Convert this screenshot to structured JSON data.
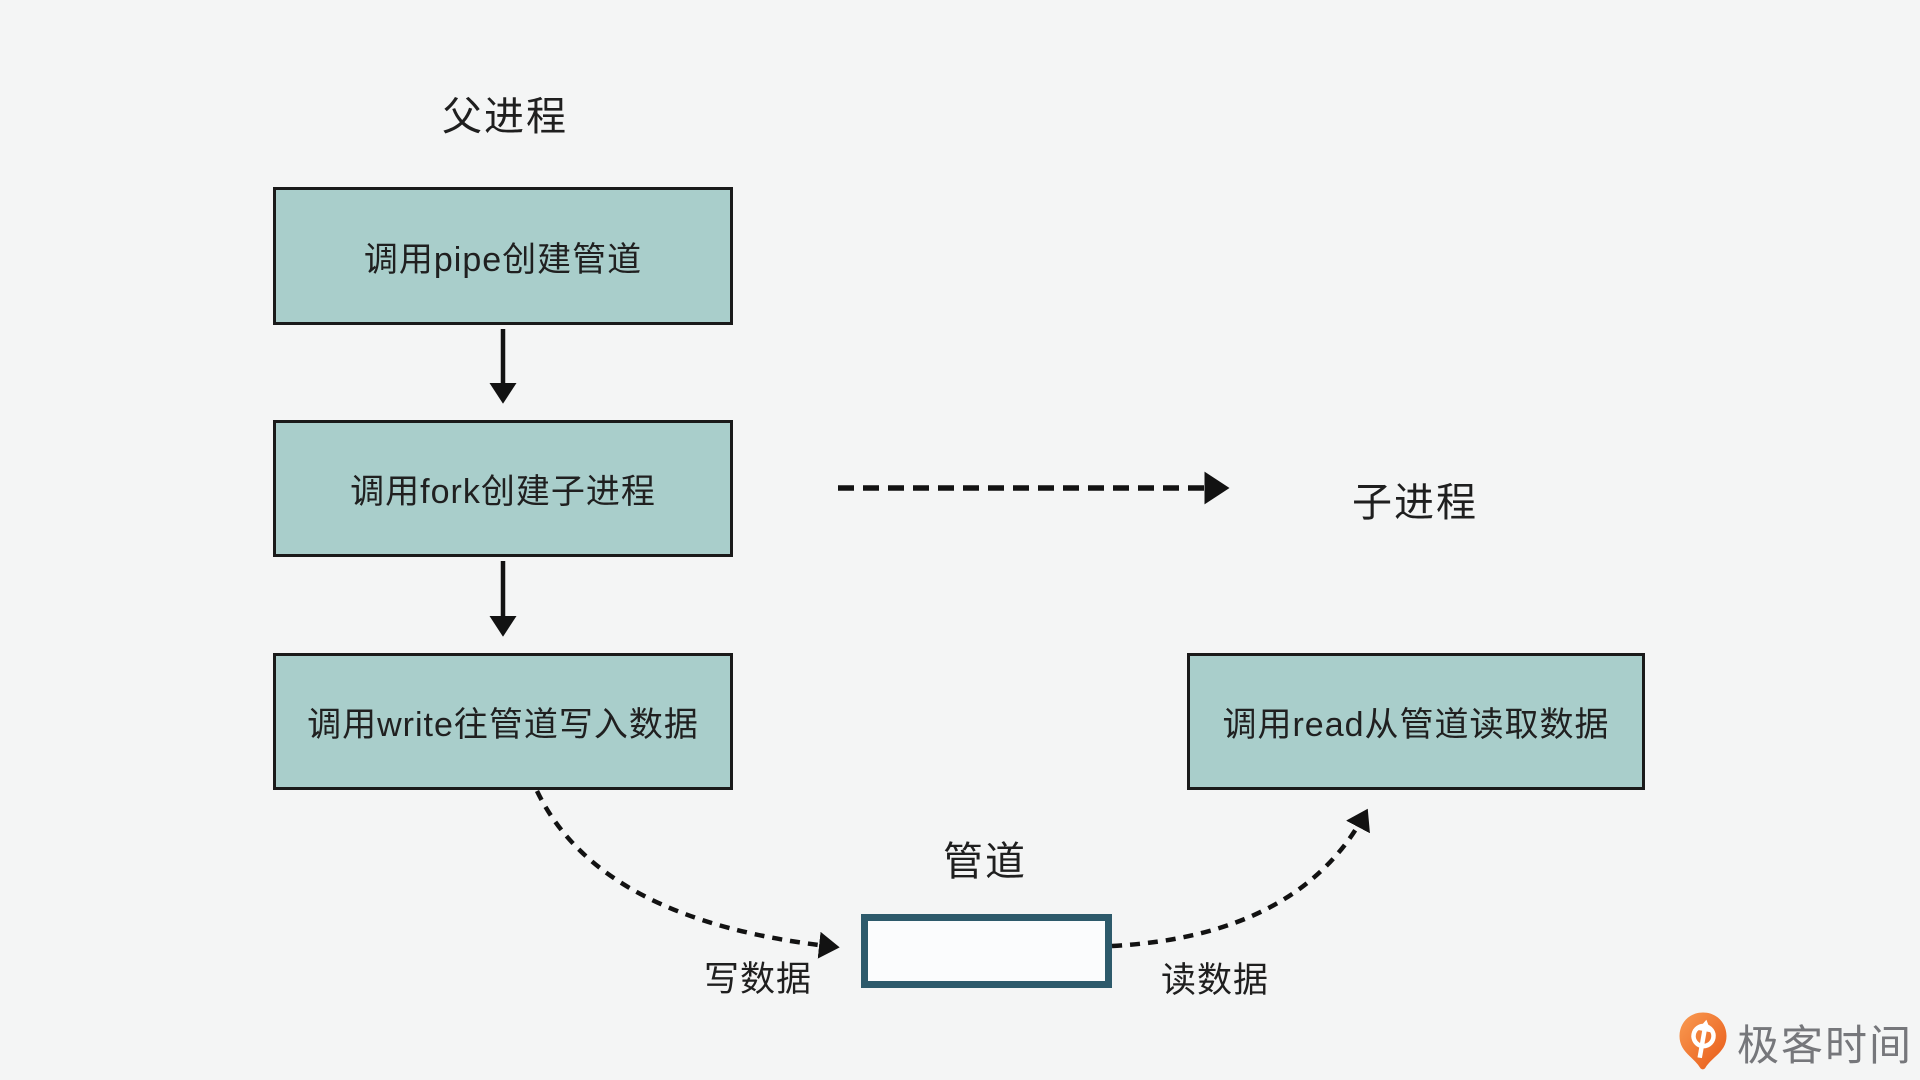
{
  "page": {
    "background_color": "#f4f5f5"
  },
  "diagram": {
    "parent_process_label": "父进程",
    "child_process_label": "子进程",
    "pipe_label": "管道",
    "nodes": {
      "create_pipe": "调用pipe创建管道",
      "fork_child": "调用fork创建子进程",
      "write_pipe": "调用write往管道写入数据",
      "read_pipe": "调用read从管道读取数据"
    },
    "edge_labels": {
      "write_data": "写数据",
      "read_data": "读数据"
    },
    "colors": {
      "node_fill": "#a9cecb",
      "node_border": "#1a1a1a",
      "pipe_border": "#2d5a6b",
      "pipe_fill": "#fbfcfd",
      "arrow": "#121212",
      "text": "#202020"
    }
  },
  "branding": {
    "logo_text": "极客时间",
    "logo_icon": "geektime-pin-icon",
    "logo_orange_light": "#f99b52",
    "logo_orange_dark": "#e85a18",
    "logo_text_color": "#76777b"
  }
}
